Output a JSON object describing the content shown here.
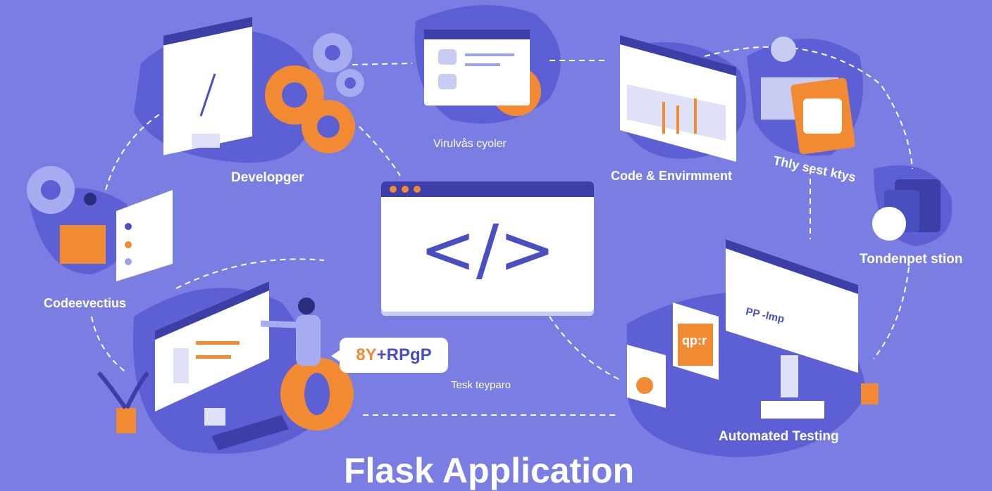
{
  "title": "Flask Application",
  "center_window": {
    "code_symbol": "</>"
  },
  "labels": {
    "developer": "Developger",
    "cycle": "Virulvås cyoler",
    "code_env": "Code & Envirmment",
    "test_keys": "Thly sest ktys",
    "deployment": "Tondenpet stion",
    "code_review": "Codeevectius",
    "task": "Tesk teyparo",
    "automated_testing": "Automated Testing"
  },
  "bubble": {
    "prefix": "8Y",
    "rest": "+RPgP"
  },
  "screens": {
    "test_panel": "PP -lmp",
    "orange_panel": "qp:r"
  },
  "colors": {
    "background": "#7a7ee2",
    "blob": "#5c60d4",
    "accent": "#f28a33",
    "window_bar": "#3c3fa8"
  }
}
